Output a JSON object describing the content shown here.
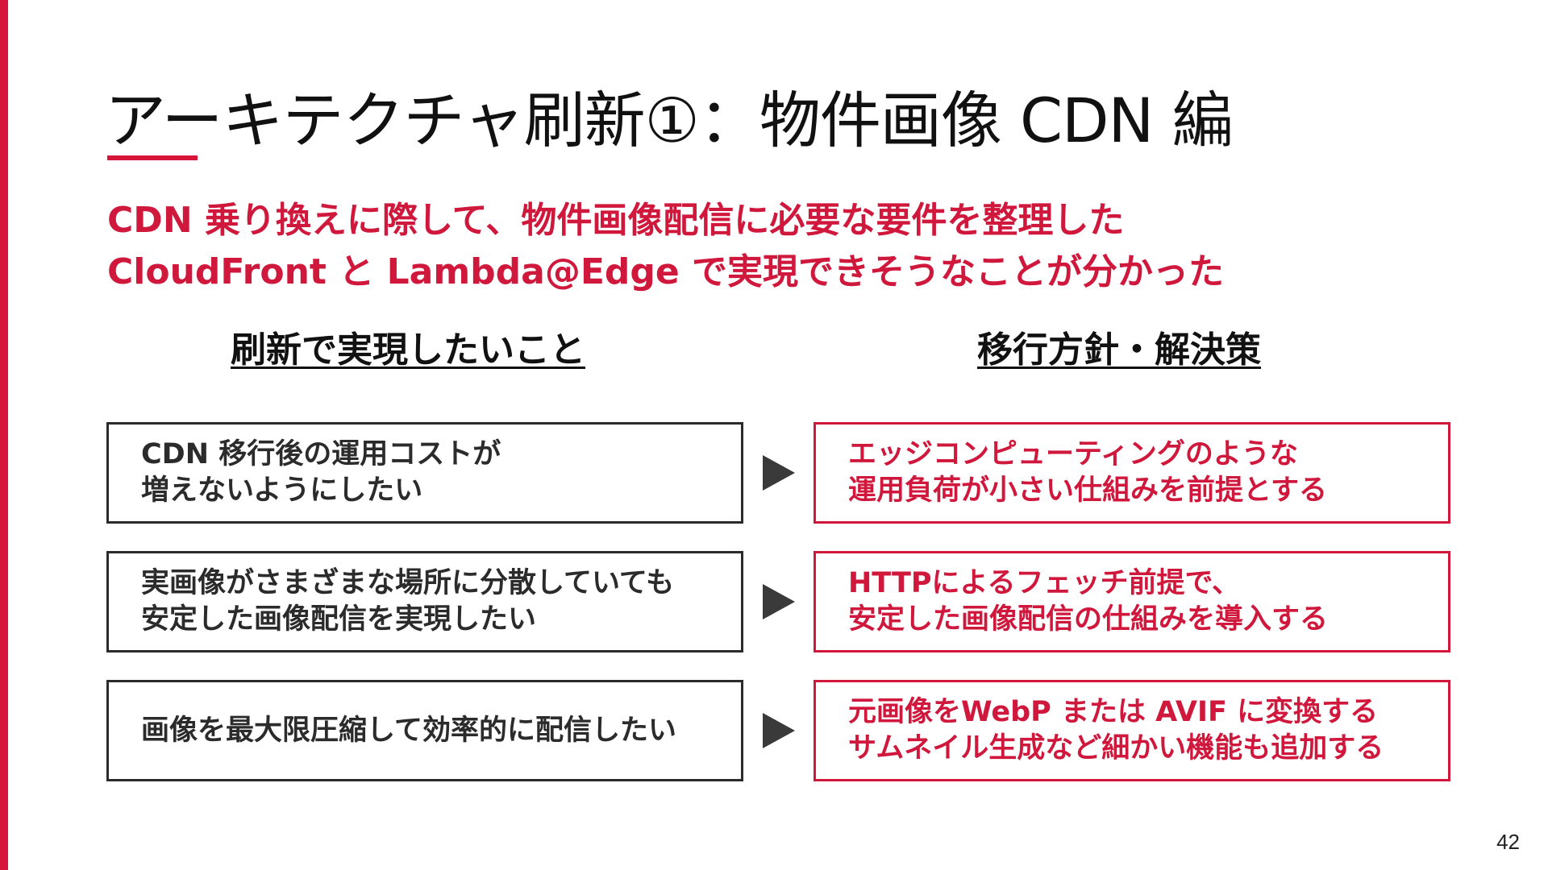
{
  "slide": {
    "title": "アーキテクチャ刷新①：物件画像 CDN 編",
    "subtitle_lines": [
      "CDN 乗り換えに際して、物件画像配信に必要な要件を整理した",
      "CloudFront と Lambda@Edge で実現できそうなことが分かった"
    ],
    "left_heading": "刷新で実現したいこと",
    "right_heading": "移行方針・解決策",
    "rows": [
      {
        "requirement": [
          "CDN 移行後の運用コストが",
          "増えないようにしたい"
        ],
        "solution": [
          "エッジコンピューティングのような",
          "運用負荷が小さい仕組みを前提とする"
        ]
      },
      {
        "requirement": [
          "実画像がさまざまな場所に分散していても",
          "安定した画像配信を実現したい"
        ],
        "solution": [
          "HTTPによるフェッチ前提で、",
          "安定した画像配信の仕組みを導入する"
        ]
      },
      {
        "requirement": [
          "画像を最大限圧縮して効率的に配信したい"
        ],
        "solution": [
          "元画像をWebP または AVIF に変換する",
          "サムネイル生成など細かい機能も追加する"
        ]
      }
    ],
    "page_number": "42",
    "colors": {
      "accent": "#d0173c",
      "dark": "#2b2b2b"
    },
    "icons": {
      "arrow": "triangle-right-icon"
    }
  }
}
